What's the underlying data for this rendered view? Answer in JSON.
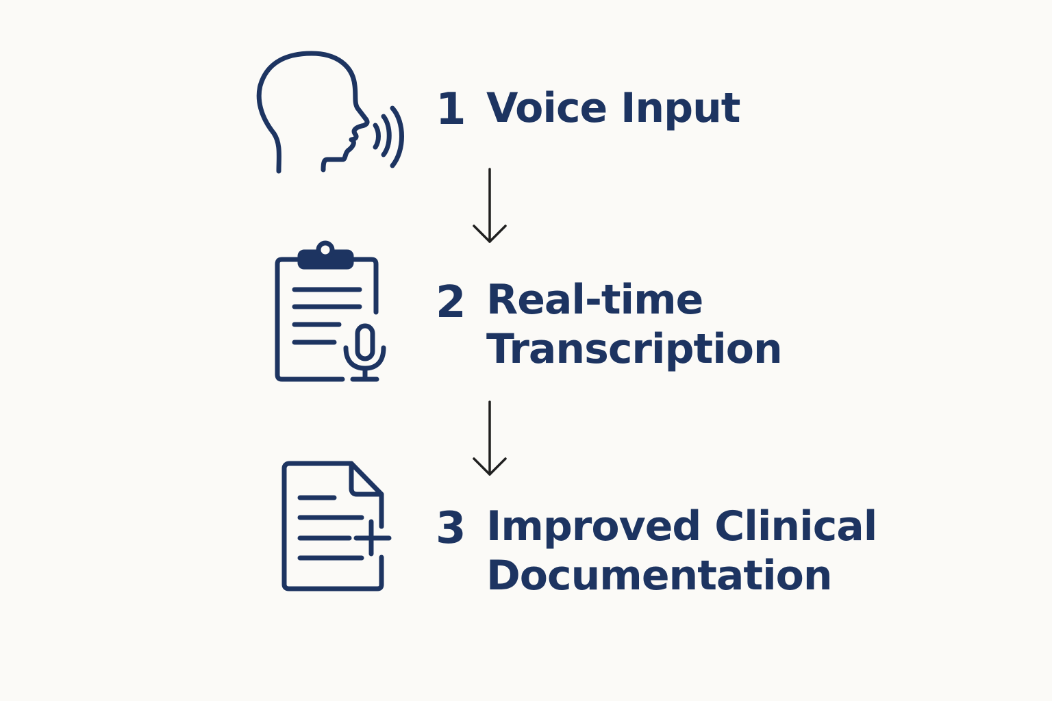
{
  "colors": {
    "primary": "#1d3461",
    "arrow": "#1f1f1f",
    "background": "#fbfaf7"
  },
  "steps": [
    {
      "number": "1",
      "label_lines": [
        "Voice Input"
      ],
      "icon": "speaking-head-icon"
    },
    {
      "number": "2",
      "label_lines": [
        "Real-time",
        "Transcription"
      ],
      "icon": "clipboard-microphone-icon"
    },
    {
      "number": "3",
      "label_lines": [
        "Improved Clinical",
        "Documentation"
      ],
      "icon": "document-plus-icon"
    }
  ],
  "connectors": [
    {
      "from": "1",
      "to": "2",
      "icon": "down-arrow-icon"
    },
    {
      "from": "2",
      "to": "3",
      "icon": "down-arrow-icon"
    }
  ]
}
